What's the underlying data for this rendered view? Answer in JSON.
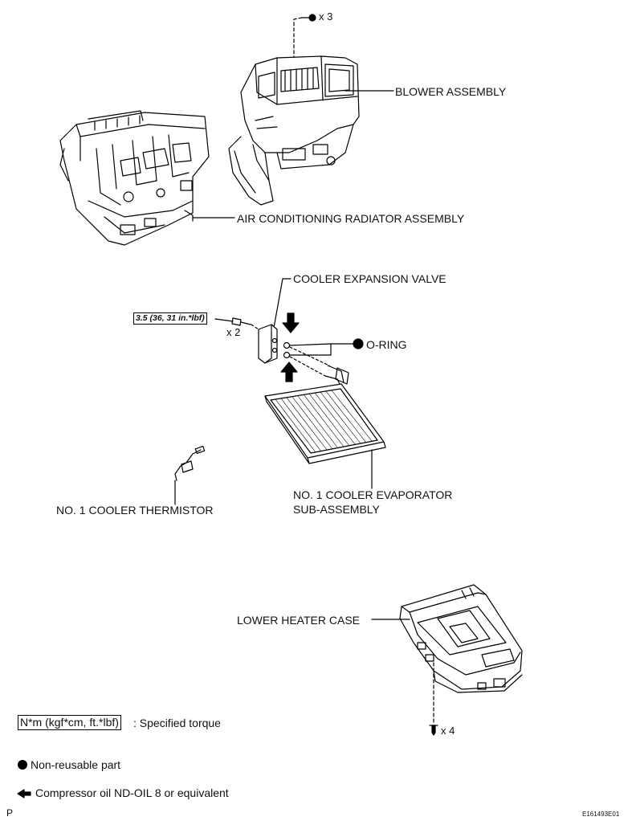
{
  "parts": {
    "blower": "BLOWER ASSEMBLY",
    "radiator": "AIR CONDITIONING RADIATOR ASSEMBLY",
    "valve": "COOLER EXPANSION VALVE",
    "oring": "O-RING",
    "evap_line1": "NO. 1 COOLER EVAPORATOR",
    "evap_line2": "SUB-ASSEMBLY",
    "thermistor": "NO. 1 COOLER THERMISTOR",
    "lower_case": "LOWER HEATER CASE"
  },
  "quantities": {
    "top_screws": "x 3",
    "bolts": "x 2",
    "bottom_screws": "x 4"
  },
  "torque": "3.5 (36, 31 in.*lbf)",
  "legend": {
    "torque_box": "N*m (kgf*cm, ft.*lbf)",
    "torque_text": ": Specified torque",
    "nonreusable": "Non-reusable part",
    "oil": "Compressor oil ND-OIL 8 or equivalent"
  },
  "footer": {
    "left": "P",
    "code": "E161493E01"
  }
}
